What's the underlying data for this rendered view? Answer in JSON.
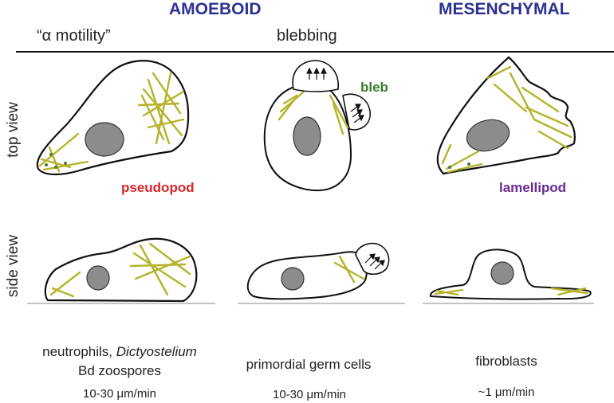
{
  "headers": {
    "amoeboid": "AMOEBOID",
    "mesenchymal": "MESENCHYMAL"
  },
  "subheaders": {
    "alpha_motility": "“α motility”",
    "blebbing": "blebbing"
  },
  "row_labels": {
    "top": "top view",
    "side": "side view"
  },
  "labels": {
    "pseudopod": "pseudopod",
    "bleb": "bleb",
    "lamellipod": "lamellipod"
  },
  "cell_types": {
    "col1_line1_plain": "neutrophils, ",
    "col1_line1_italic": "Dictyostelium",
    "col1_line2": "Bd zoospores",
    "col2": "primordial germ cells",
    "col3": "fibroblasts"
  },
  "speeds": {
    "col1": "10-30 μm/min",
    "col2": "10-30 μm/min",
    "col3": "~1 μm/min"
  },
  "colors": {
    "header": "#2e3192",
    "pseudopod": "#d7262b",
    "bleb": "#3a7d2c",
    "lamellipod": "#6a2c91",
    "actin": "#b5b32a",
    "actin_dark": "#4b7a2a",
    "nucleus": "#8c8c8c"
  }
}
